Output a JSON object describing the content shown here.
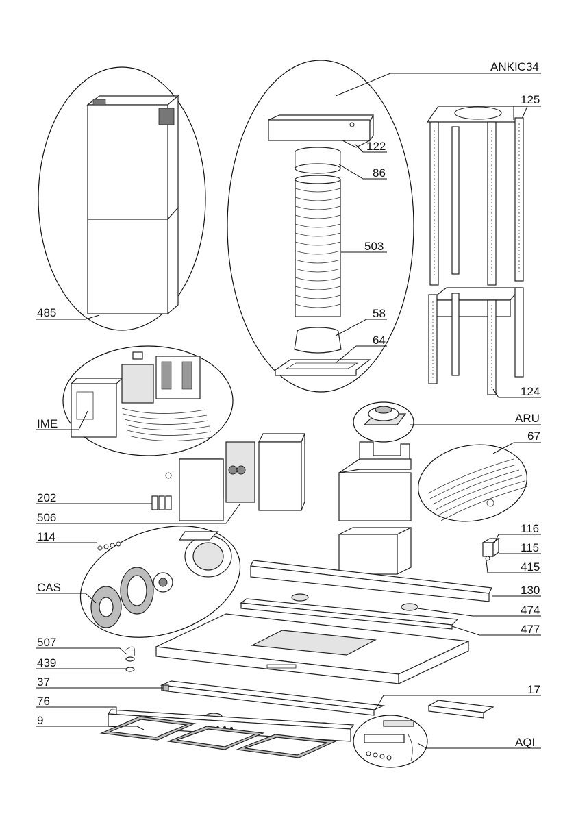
{
  "labels": {
    "ANKIC34": "ANKIC34",
    "p125": "125",
    "p122": "122",
    "p86": "86",
    "p503": "503",
    "p58": "58",
    "p64": "64",
    "p124": "124",
    "p485": "485",
    "IME": "IME",
    "ARU": "ARU",
    "p67": "67",
    "p202": "202",
    "p506": "506",
    "p114": "114",
    "p116": "116",
    "p115": "115",
    "p415": "415",
    "CAS": "CAS",
    "p130": "130",
    "p474": "474",
    "p477": "477",
    "p507": "507",
    "p439": "439",
    "p37": "37",
    "p17": "17",
    "p76": "76",
    "p9": "9",
    "AQI": "AQI"
  }
}
